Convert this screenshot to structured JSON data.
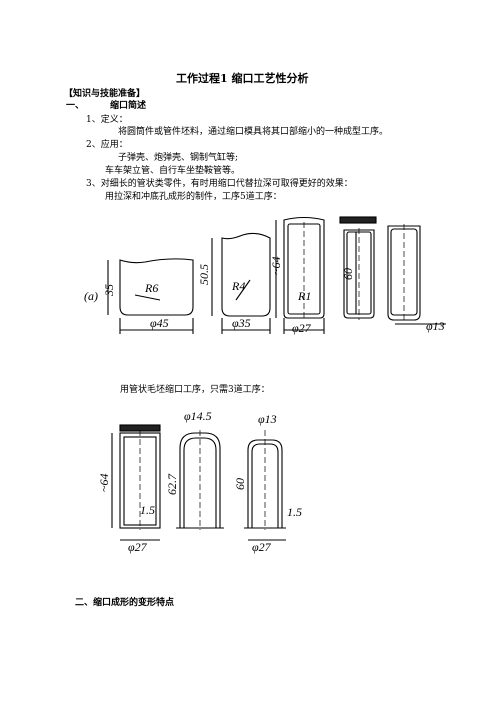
{
  "doc": {
    "title": "工作过程1  缩口工艺性分析",
    "section_tag": "【知识与技能准备】",
    "h1_num": "一、",
    "h1_text": "缩口简述",
    "item1": "1、定义：",
    "item1_body": "将圆筒件或管件坯料，通过缩口模具将其口部缩小的一种成型工序。",
    "item2": "2、应用：",
    "item2_line1": "子弹壳、炮弹壳、钢制气缸等;",
    "item2_line2": "车车架立管、自行车坐垫鞍管等。",
    "item3": "3、对细长的管状类零件，有时用缩口代替拉深可取得更好的效果：",
    "item3_line1": "用拉深和冲底孔成形的制件，工序5道工序：",
    "mid_text": "用管状毛坯缩口工序，只需3道工序：",
    "h2": "二、缩口成形的变形特点"
  },
  "figure_a": {
    "panel_label": "(a)",
    "dims": [
      "35",
      "R6",
      "φ45",
      "50.5",
      "R4",
      "φ35",
      "~64",
      "R1",
      "φ27",
      "60",
      "φ13"
    ]
  },
  "figure_b": {
    "dims": [
      "~64",
      "62.7",
      "1.5",
      "φ27",
      "φ14.5",
      "60",
      "φ13",
      "1.5",
      "φ27"
    ]
  }
}
